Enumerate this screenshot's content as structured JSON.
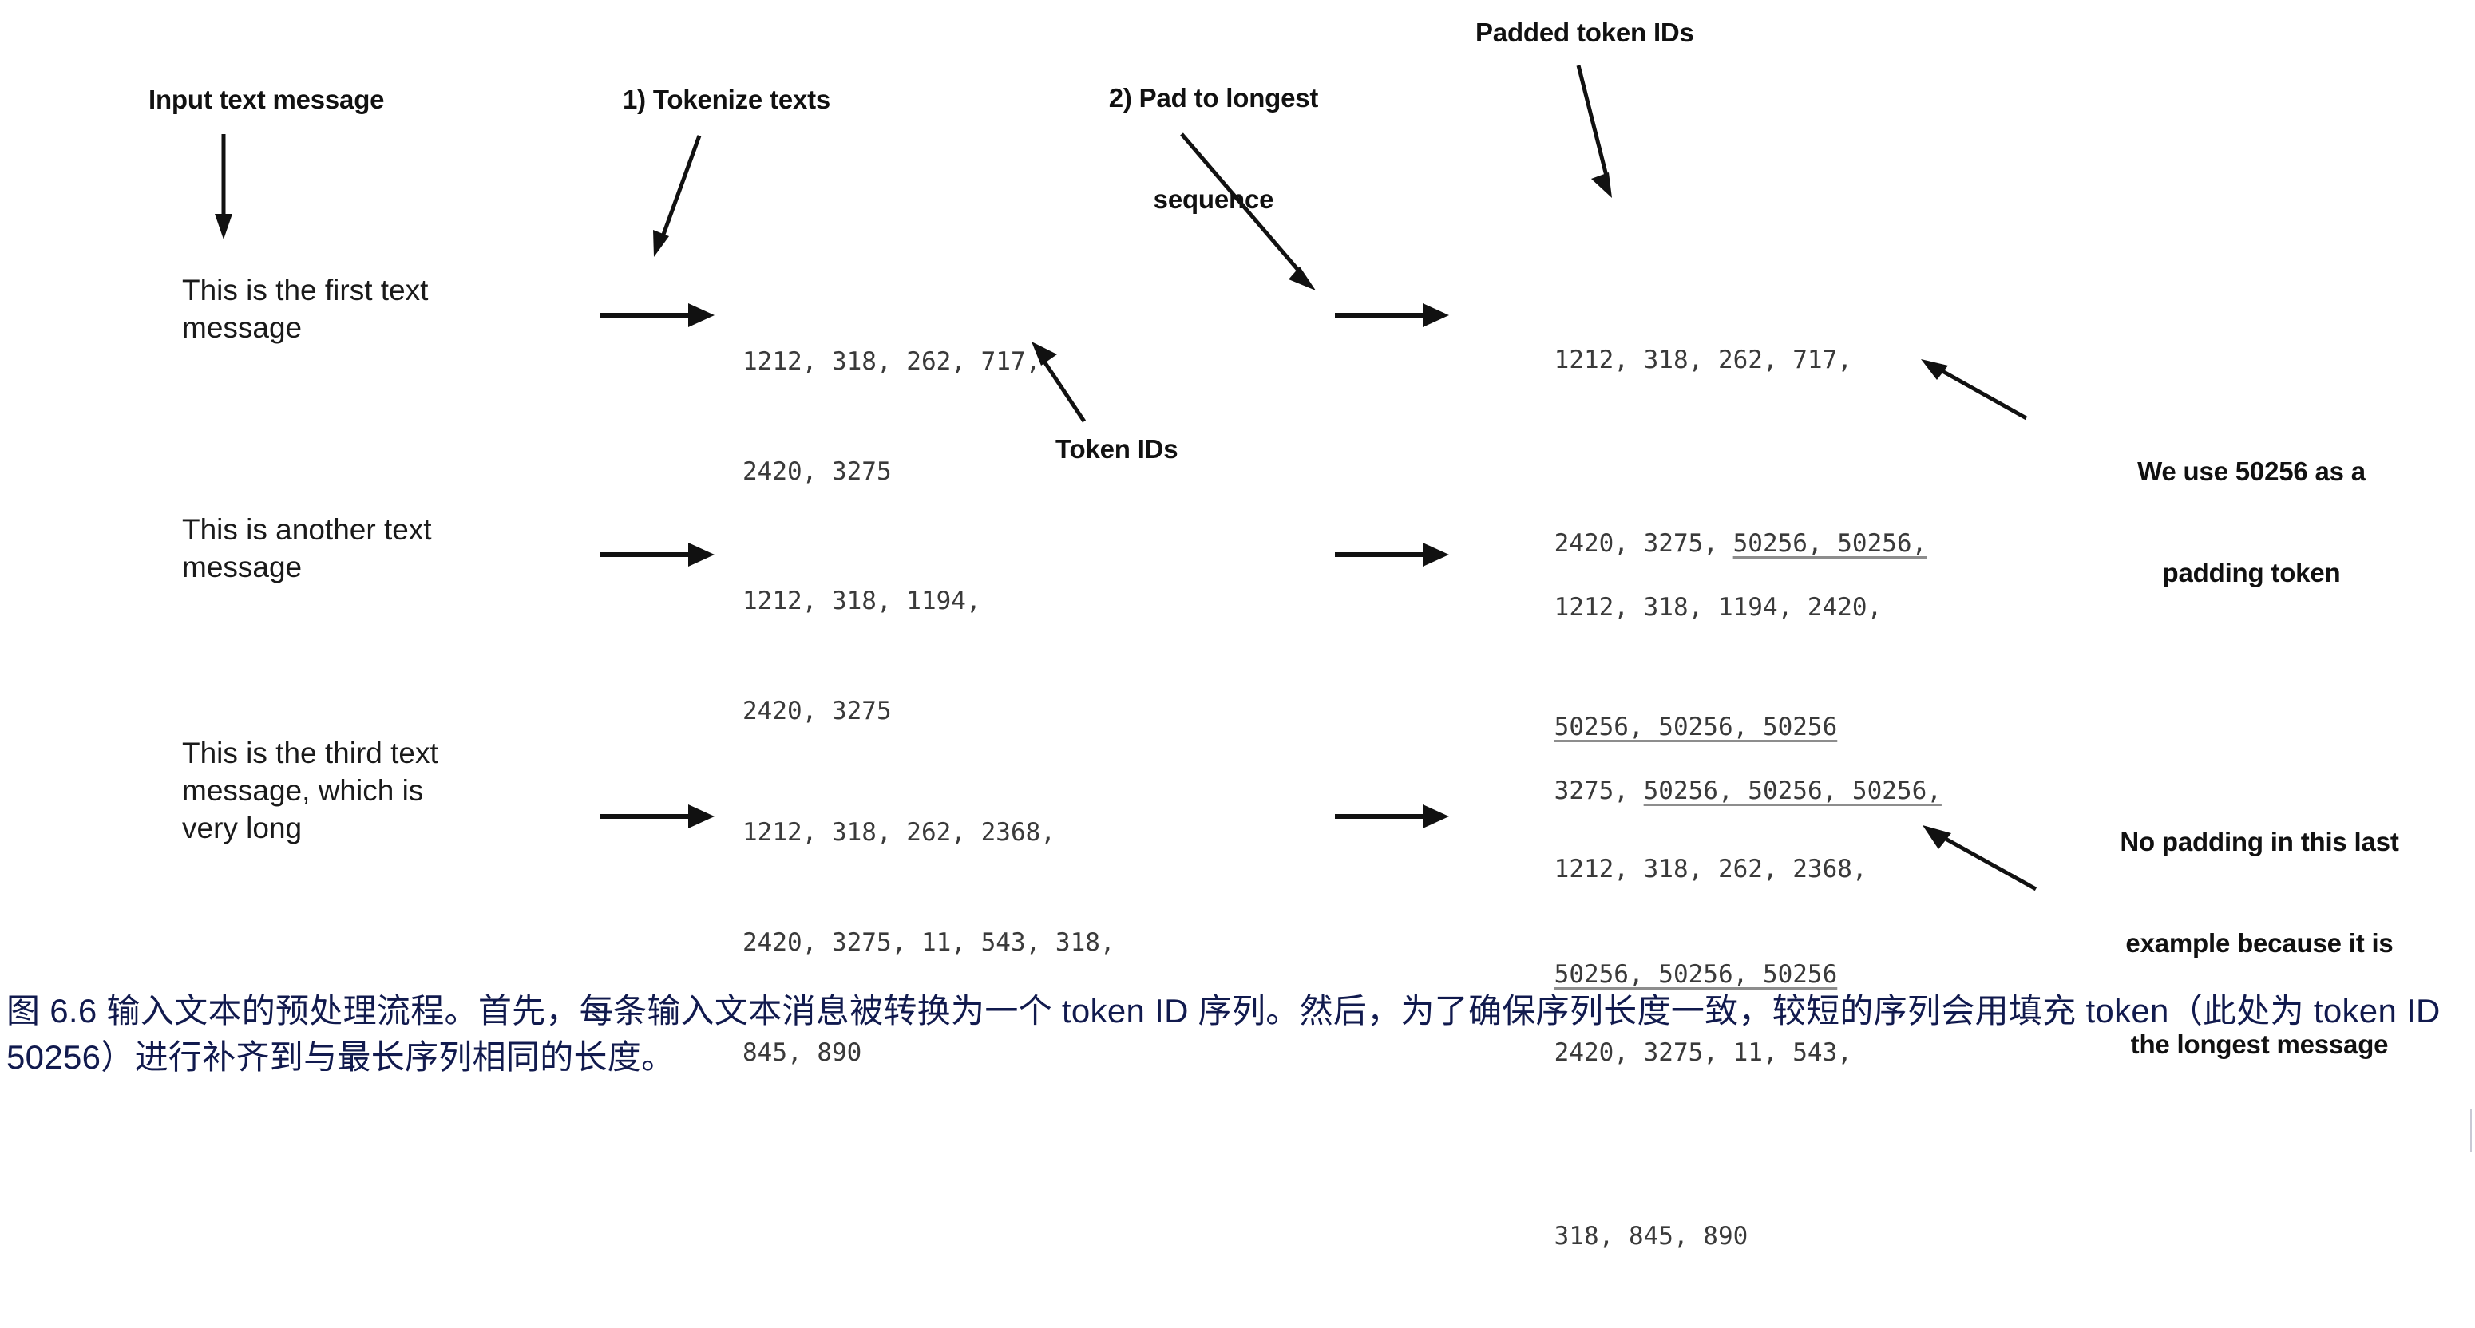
{
  "figure": {
    "headings": {
      "input_label": "Input text message",
      "step1_label": "1) Tokenize texts",
      "step2_label_line1": "2) Pad to longest",
      "step2_label_line2": "sequence",
      "padded_label": "Padded token IDs",
      "token_ids_label": "Token IDs"
    },
    "rows": [
      {
        "message": "This is the first text\nmessage",
        "token_ids_lines": [
          "1212, 318, 262, 717,",
          "2420, 3275"
        ],
        "padded_lines": [
          [
            {
              "text": "1212, 318, 262, 717,",
              "pad": false
            }
          ],
          [
            {
              "text": "2420, 3275, ",
              "pad": false
            },
            {
              "text": "50256, 50256,",
              "pad": true
            }
          ],
          [
            {
              "text": "50256, 50256, 50256",
              "pad": true
            }
          ]
        ]
      },
      {
        "message": "This is another text\nmessage",
        "token_ids_lines": [
          "1212, 318, 1194,",
          "2420, 3275"
        ],
        "padded_lines": [
          [
            {
              "text": "1212, 318, 1194, 2420,",
              "pad": false
            }
          ],
          [
            {
              "text": "3275, ",
              "pad": false
            },
            {
              "text": "50256, 50256, 50256,",
              "pad": true
            }
          ],
          [
            {
              "text": "50256, 50256, 50256",
              "pad": true
            }
          ]
        ]
      },
      {
        "message": "This is the third text\nmessage, which is\nvery long",
        "token_ids_lines": [
          "1212, 318, 262, 2368,",
          "2420, 3275, 11, 543, 318,",
          "845, 890"
        ],
        "padded_lines": [
          [
            {
              "text": "1212, 318, 262, 2368,",
              "pad": false
            }
          ],
          [
            {
              "text": "2420, 3275, 11, 543,",
              "pad": false
            }
          ],
          [
            {
              "text": "318, 845, 890",
              "pad": false
            }
          ]
        ]
      }
    ],
    "notes": {
      "padding_note_line1": "We use 50256 as a",
      "padding_note_line2": "padding token",
      "no_padding_note_line1": "No padding in this last",
      "no_padding_note_line2": "example because it is",
      "no_padding_note_line3": "the longest message"
    },
    "caption": "图 6.6 输入文本的预处理流程。首先，每条输入文本消息被转换为一个 token ID 序列。然后，为了确保序列长度一致，较短的序列会用填充 token（此处为 token ID 50256）进行补齐到与最长序列相同的长度。",
    "colors": {
      "caption_color": "#111a4e",
      "annotation_color": "#111111",
      "token_color": "#3a3a3a",
      "underline_color": "#8d8d8d",
      "background": "#ffffff"
    }
  }
}
